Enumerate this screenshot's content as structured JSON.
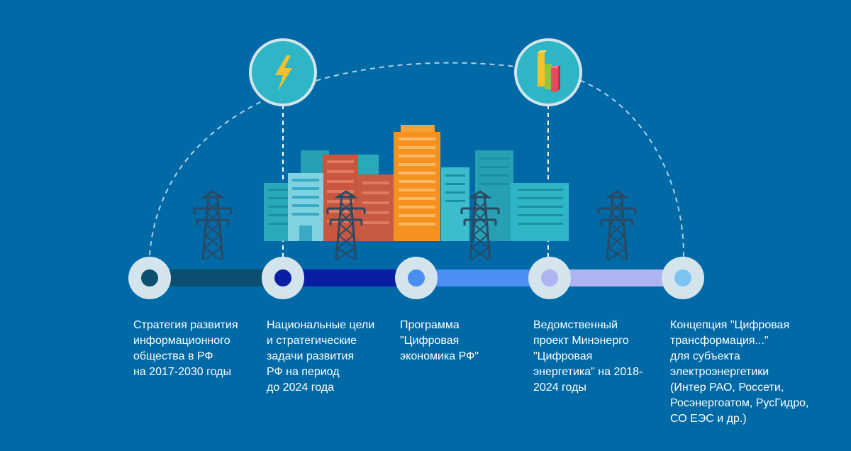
{
  "colors": {
    "background": "#0069a6",
    "node_ring": "#d3e4ec",
    "track": [
      "#0b4f6e",
      "#0a1ea3",
      "#4a8ef2",
      "#aeb4f2"
    ],
    "node_dot": [
      "#0b4f6e",
      "#0a1ea3",
      "#4a8ef2",
      "#aeb4f2",
      "#7cc4f2"
    ],
    "icon_circle": "#2fb6c6",
    "buildings_teal": "#2fb6c6",
    "buildings_brick": "#c9573f",
    "building_orange": "#f5911e",
    "tower": "#2a4a63"
  },
  "icons": [
    "lightning-icon",
    "bar-chart-icon",
    "power-tower-icon",
    "city-buildings"
  ],
  "timeline": [
    {
      "label": "Стратегия развития\nинформационного\nобщества в РФ\nна 2017-2030 годы"
    },
    {
      "label": "Национальные цели\nи стратегические\nзадачи развития\nРФ на период\nдо 2024 года"
    },
    {
      "label": "Программа\n\"Цифровая\nэкономика РФ\""
    },
    {
      "label": "Ведомственный\nпроект Минэнерго\n\"Цифровая\nэнергетика\" на 2018-\n2024 годы"
    },
    {
      "label": "Концепция \"Цифровая\nтрансформация...\"\nдля субъекта\nэлектроэнергетики\n(Интер РАО, Россети,\nРосэнергоатом, РусГидро,\nСО ЕЭС и др.)"
    }
  ]
}
